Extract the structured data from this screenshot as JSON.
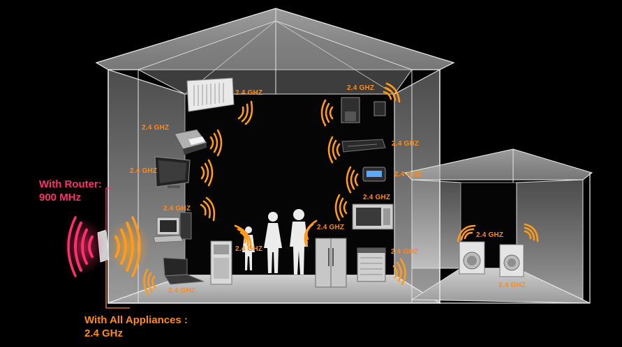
{
  "callouts": {
    "router_title": "With Router:",
    "router_freq": "900 MHz",
    "appliances_title": "With All Appliances :",
    "appliances_freq": "2.4 GHz"
  },
  "freq_label": "2.4 GHZ",
  "colors": {
    "router_accent": "#ff2f6e",
    "appliance_accent": "#ff8a1a",
    "house_wall": "#bfbfbf",
    "background": "#000000"
  },
  "devices": [
    "air-conditioner",
    "printer",
    "television",
    "desktop-computer",
    "laptop",
    "furnace",
    "family",
    "refrigerator",
    "dishwasher",
    "microwave",
    "alarm-clock",
    "dvd-player",
    "coffee-maker",
    "cordless-phone",
    "washing-machine-1",
    "washing-machine-2",
    "router"
  ]
}
